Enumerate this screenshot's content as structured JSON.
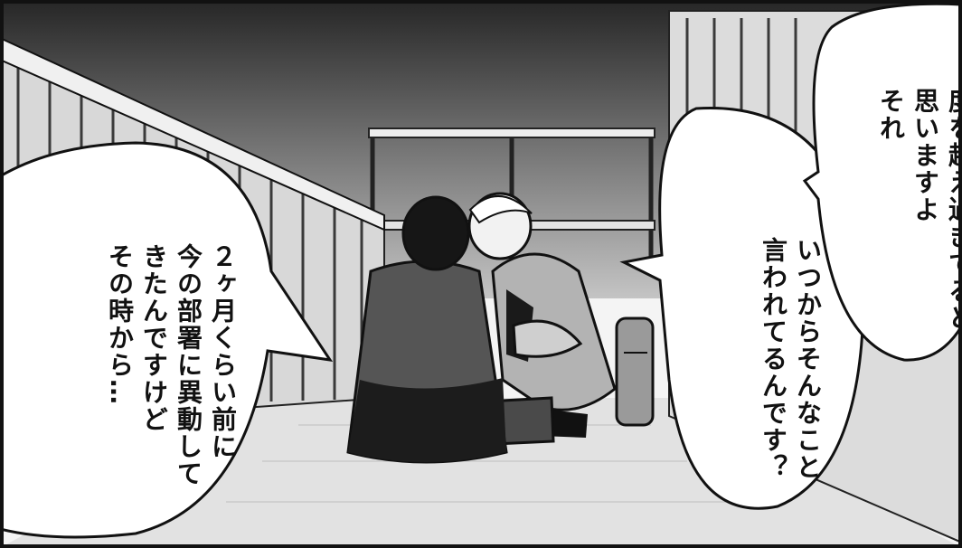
{
  "scene": {
    "colors": {
      "sky_top": "#2a2a2a",
      "sky_bottom": "#bdbdbd",
      "floor": "#e4e4e4",
      "ink": "#111111",
      "bubble": "#ffffff"
    }
  },
  "bubbles": {
    "left": {
      "lines": [
        "２ヶ月くらい前に",
        "今の部署に異動して",
        "きたんですけど",
        "その時から…"
      ]
    },
    "center": {
      "lines": [
        "いつからそんなこと",
        "言われてるんです？"
      ]
    },
    "right": {
      "lines": [
        "度を越え過ぎてると",
        "思いますよ",
        "それ"
      ]
    }
  }
}
